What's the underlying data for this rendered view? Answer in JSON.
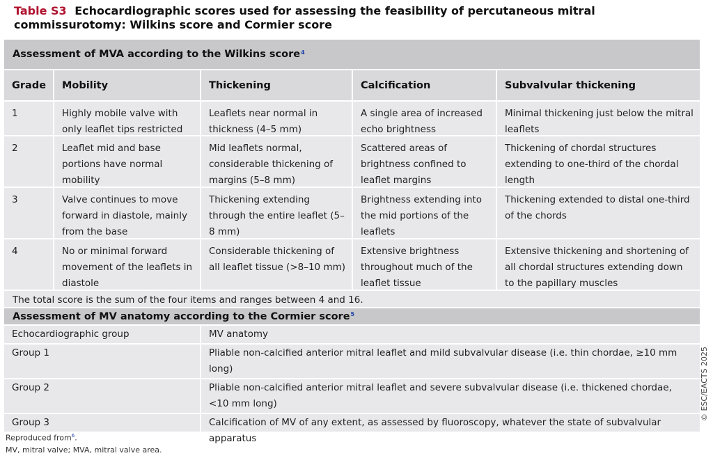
{
  "title": {
    "label": "Table S3",
    "text": "Echocardiographic scores used for assessing the feasibility of percutaneous mitral commissurotomy: Wilkins score and Cormier score"
  },
  "wilkins": {
    "heading": "Assessment of MVA according to the Wilkins score",
    "ref": "4",
    "columns": [
      "Grade",
      "Mobility",
      "Thickening",
      "Calcification",
      "Subvalvular thickening"
    ],
    "rows": [
      [
        "1",
        "Highly mobile valve with only leaflet tips restricted",
        "Leaflets near normal in thickness (4–5 mm)",
        "A single area of increased echo brightness",
        "Minimal thickening just below the mitral leaflets"
      ],
      [
        "2",
        "Leaflet mid and base portions have normal mobility",
        "Mid leaflets normal, considerable thickening of margins (5–8 mm)",
        "Scattered areas of brightness confined to leaflet margins",
        "Thickening of chordal structures extending to one-third of the chordal length"
      ],
      [
        "3",
        "Valve continues to move forward in diastole, mainly from the base",
        "Thickening extending through the entire leaflet (5–8 mm)",
        "Brightness extending into the mid portions of the leaflets",
        "Thickening extended to distal one-third of the chords"
      ],
      [
        "4",
        "No or minimal forward movement of the leaflets in diastole",
        "Considerable thickening of all leaflet tissue (>8–10 mm)",
        "Extensive brightness throughout much of the leaflet tissue",
        "Extensive thickening and shortening of all chordal structures extending down to the papillary muscles"
      ]
    ],
    "note": "The total score is the sum of the four items and ranges between 4 and 16."
  },
  "cormier": {
    "heading": "Assessment of MV anatomy according to the Cormier score",
    "ref": "5",
    "columns": [
      "Echocardiographic group",
      "MV anatomy"
    ],
    "rows": [
      [
        "Group 1",
        "Pliable non-calcified anterior mitral leaflet and mild subvalvular disease (i.e. thin chordae, ≥10 mm long)"
      ],
      [
        "Group 2",
        "Pliable non-calcified anterior mitral leaflet and severe subvalvular disease (i.e. thickened chordae, <10 mm long)"
      ],
      [
        "Group 3",
        "Calcification of MV of any extent, as assessed by fluoroscopy, whatever the state of subvalvular apparatus"
      ]
    ]
  },
  "footnotes": {
    "reproduced": "Reproduced from",
    "reproduced_ref": "6",
    "abbreviations": "MV, mitral valve; MVA, mitral valve area."
  },
  "copyright": "© ESC/EACTS 2025"
}
